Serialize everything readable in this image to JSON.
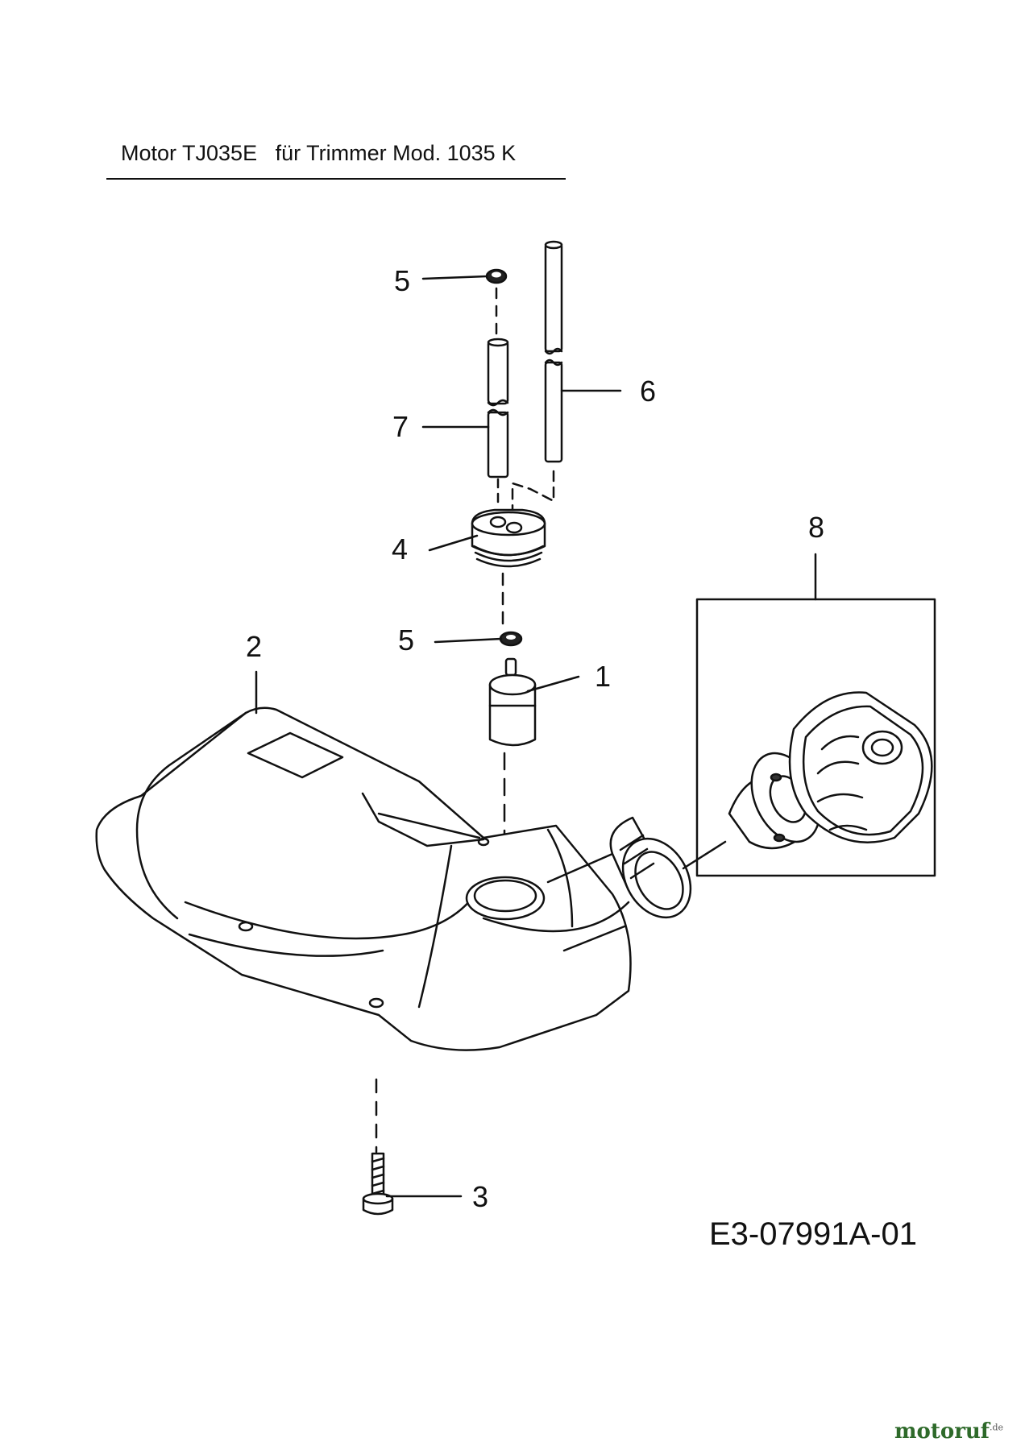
{
  "header": {
    "title": "Motor TJ035E   für Trimmer Mod. 1035 K"
  },
  "callouts": {
    "p1": "1",
    "p2": "2",
    "p3": "3",
    "p4": "4",
    "p5_top": "5",
    "p5_mid": "5",
    "p6": "6",
    "p7": "7",
    "p8": "8"
  },
  "footer": {
    "drawing_id": "E3-07991A-01"
  },
  "watermark": {
    "logo_main": "motoruf",
    "logo_tld": ".de"
  },
  "colors": {
    "line": "#111111",
    "logo": "#2e6a2a"
  }
}
